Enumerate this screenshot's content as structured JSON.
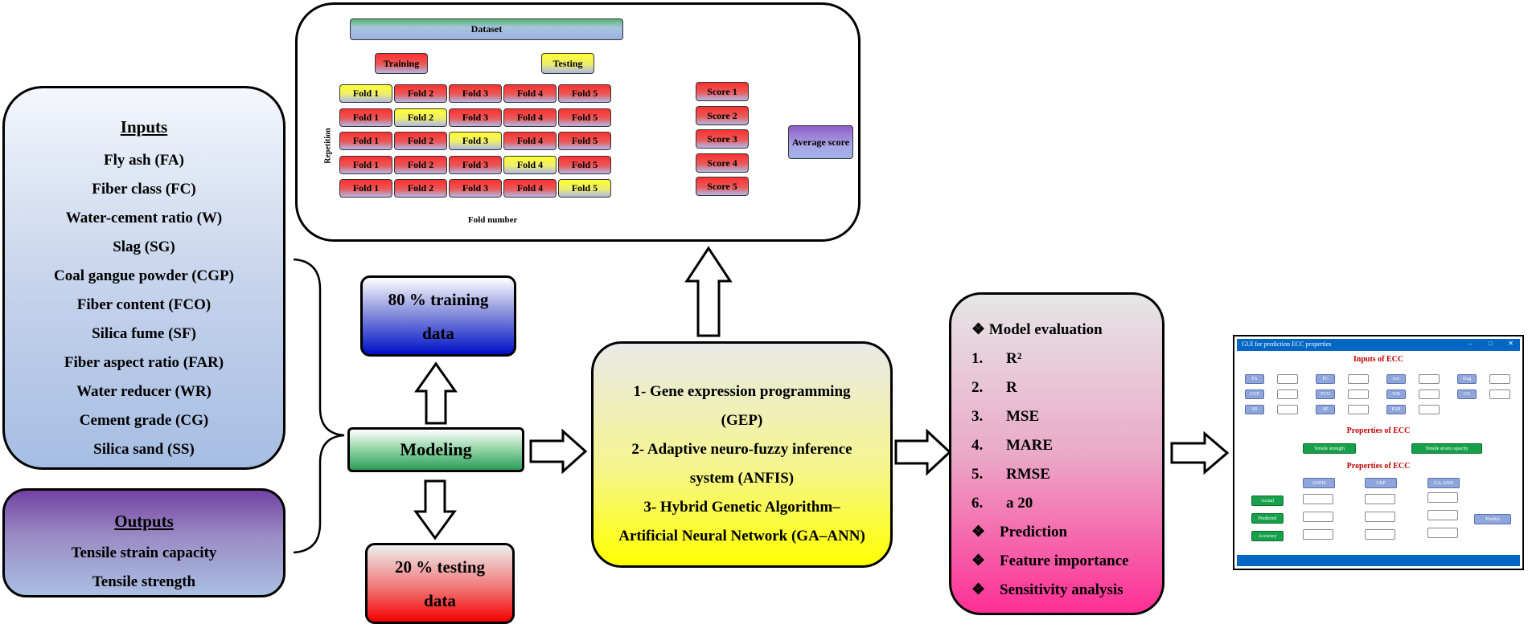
{
  "inputs": {
    "title": "Inputs",
    "items": [
      "Fly ash (FA)",
      "Fiber class (FC)",
      "Water-cement ratio (W)",
      "Slag (SG)",
      "Coal gangue powder (CGP)",
      "Fiber content (FCO)",
      "Silica fume (SF)",
      "Fiber aspect ratio (FAR)",
      "Water reducer (WR)",
      "Cement grade (CG)",
      "Silica sand (SS)"
    ]
  },
  "outputs": {
    "title": "Outputs",
    "items": [
      "Tensile strain capacity",
      "Tensile strength"
    ]
  },
  "modeling": {
    "label": "Modeling"
  },
  "training_data": {
    "line1": "80 % training",
    "line2": "data"
  },
  "testing_data": {
    "line1": "20 % testing",
    "line2": "data"
  },
  "methods": {
    "lines": [
      "1- Gene expression programming",
      "(GEP)",
      "2- Adaptive neuro-fuzzy inference",
      "system (ANFIS)",
      "3- Hybrid Genetic Algorithm–",
      "Artificial Neural Network (GA–ANN)"
    ]
  },
  "evaluation": {
    "header": "Model evaluation",
    "metrics": [
      {
        "num": "1.",
        "name": "R²"
      },
      {
        "num": "2.",
        "name": "R"
      },
      {
        "num": "3.",
        "name": "MSE"
      },
      {
        "num": "4.",
        "name": "MARE"
      },
      {
        "num": "5.",
        "name": "RMSE"
      },
      {
        "num": "6.",
        "name": "a 20"
      }
    ],
    "bullets": [
      "Prediction",
      "Feature importance",
      "Sensitivity analysis"
    ],
    "bullet_glyph": "❖"
  },
  "cv": {
    "dataset": "Dataset",
    "training": "Training",
    "testing": "Testing",
    "repetition": "Repetition",
    "fold_number": "Fold number",
    "folds": [
      "Fold 1",
      "Fold 2",
      "Fold 3",
      "Fold 4",
      "Fold 5"
    ],
    "test_fold_per_row": [
      1,
      2,
      3,
      4,
      5
    ],
    "scores": [
      "Score 1",
      "Score 2",
      "Score 3",
      "Score 4",
      "Score 5"
    ],
    "average": "Average score"
  },
  "gui": {
    "title": "GUI for prediction ECC properties",
    "inputs_header": "Inputs of ECC",
    "input_labels": [
      "FA",
      "FC",
      "w/c",
      "Slag",
      "CGP",
      "FCO",
      "WR",
      "CG",
      "SS",
      "SF",
      "FAR"
    ],
    "properties_header": "Properties of ECC",
    "properties": [
      "Tensile strength",
      "Tensile strain capacity"
    ],
    "models": [
      "ANFIS",
      "GEP",
      "GA-ANN"
    ],
    "rows": [
      "Actual",
      "Predicted",
      "Accuracy"
    ],
    "predict": "Predict"
  },
  "colors": {
    "fold_train": "#e83a3a",
    "fold_test": "#f0f040",
    "score": "#e83a3a",
    "gui_bar": "#0067c4",
    "gui_header": "#c00000",
    "gui_green": "#16a04a"
  }
}
